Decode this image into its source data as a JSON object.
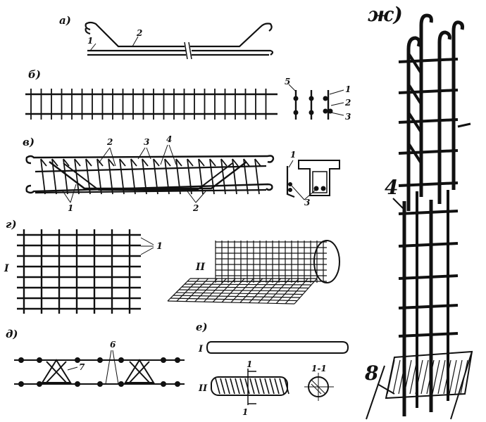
{
  "panels": {
    "a": {
      "label": "а)",
      "callouts": [
        "1",
        "2"
      ]
    },
    "b": {
      "label": "б)",
      "callouts": [
        "5",
        "1",
        "2",
        "3"
      ]
    },
    "v": {
      "label": "в)",
      "callouts": [
        "2",
        "3",
        "4",
        "1",
        "2",
        "1",
        "3"
      ]
    },
    "g": {
      "label": "г)",
      "callouts": [
        "I",
        "1",
        "II"
      ]
    },
    "d": {
      "label": "д)",
      "callouts": [
        "6",
        "7"
      ]
    },
    "e": {
      "label": "е)",
      "callouts": [
        "I",
        "II",
        "1",
        "1",
        "1-1"
      ]
    },
    "zh": {
      "label": "ж)",
      "callouts": [
        "4",
        "8"
      ]
    }
  }
}
